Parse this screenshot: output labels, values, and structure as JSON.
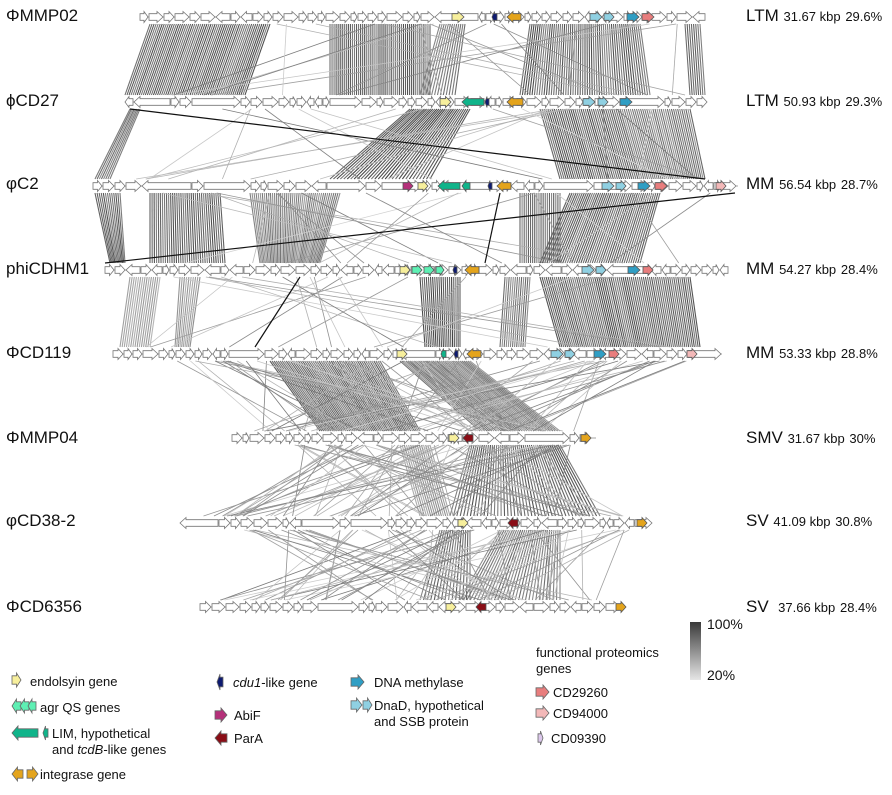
{
  "phages": [
    {
      "name": "ΦMMP02",
      "group": "LTM",
      "size": "31.67 kbp",
      "gc": "29.6%"
    },
    {
      "name": "ϕCD27",
      "group": "LTM",
      "size": "50.93 kbp",
      "gc": "29.3%"
    },
    {
      "name": "φC2",
      "group": "MM",
      "size": "56.54 kbp",
      "gc": "28.7%"
    },
    {
      "name": "phiCDHM1",
      "group": "MM",
      "size": "54.27 kbp",
      "gc": "28.4%"
    },
    {
      "name": "ΦCD119",
      "group": "MM",
      "size": "53.33 kbp",
      "gc": "28.8%"
    },
    {
      "name": "ΦMMP04",
      "group": "SMV",
      "size": "31.67 kbp",
      "gc": "30%"
    },
    {
      "name": "φCD38-2",
      "group": "SV",
      "size": "41.09 kbp",
      "gc": "30.8%"
    },
    {
      "name": "ΦCD6356",
      "group": "SV",
      "size": "37.66 kbp",
      "gc": "28.4%"
    }
  ],
  "identity_scale": {
    "max": "100%",
    "min": "20%",
    "max_value": 100,
    "min_value": 20
  },
  "legend": {
    "endolysin": "endolsyin gene",
    "agr": "agr QS genes",
    "lim_1": "LIM, hypothetical",
    "lim_2a": "and ",
    "lim_2b": "tcdB",
    "lim_2c": "-like genes",
    "integrase": "integrase gene",
    "cdu1a": "cdu1",
    "cdu1b": "-like gene",
    "abif": "AbiF",
    "para": "ParA",
    "dnamet": "DNA methylase",
    "dnad_1": "DnaD, hypothetical",
    "dnad_2": "and SSB protein",
    "fp_title_1": "functional proteomics",
    "fp_title_2": "genes",
    "cd29260": "CD29260",
    "cd94000": "CD94000",
    "cd09390": "CD09390"
  },
  "colors": {
    "endolysin": "#f7ef9c",
    "agr": "#5ef0b4",
    "lim": "#10b48a",
    "integrase": "#e4a41c",
    "cdu1": "#0d1a70",
    "abif": "#b5307a",
    "para": "#8a0d16",
    "dnamet": "#2f9ec4",
    "dnad": "#8fd0e2",
    "cd29260": "#e87d7d",
    "cd94000": "#f3b8b8",
    "cd09390": "#dcc8ec"
  }
}
